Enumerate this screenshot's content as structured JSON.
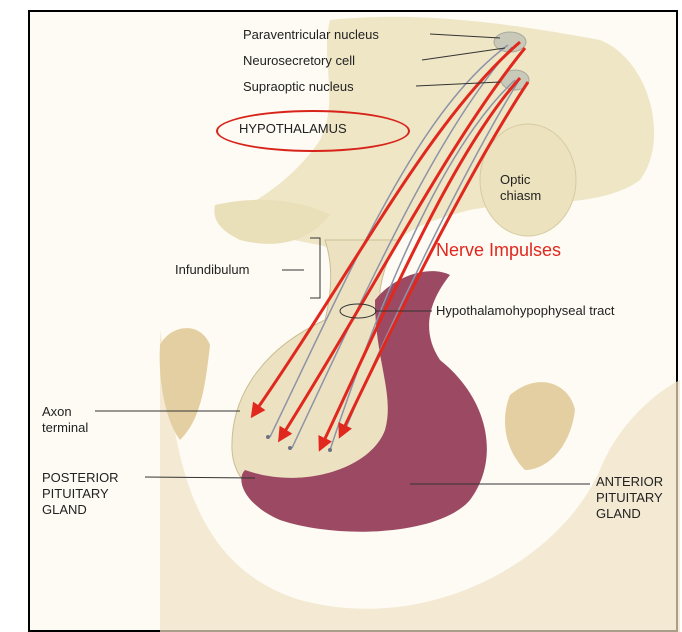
{
  "labels": {
    "paraventricular": "Paraventricular nucleus",
    "neurosecretory": "Neurosecretory cell",
    "supraoptic": "Supraoptic nucleus",
    "hypothalamus": "HYPOTHALAMUS",
    "optic": "Optic chiasm",
    "nerve_impulses": "Nerve Impulses",
    "infundibulum": "Infundibulum",
    "tract": "Hypothalamohypophyseal tract",
    "axon": "Axon terminal",
    "posterior": "POSTERIOR PITUITARY GLAND",
    "anterior": "ANTERIOR PITUITARY GLAND"
  },
  "colors": {
    "tissue_light": "#efe6c6",
    "tissue_mid": "#d9cfa4",
    "anterior_gland": "#9c4a63",
    "bone": "#e9d9b8",
    "arrow_red": "#e0281e",
    "axon_gray": "#8e93a6"
  }
}
